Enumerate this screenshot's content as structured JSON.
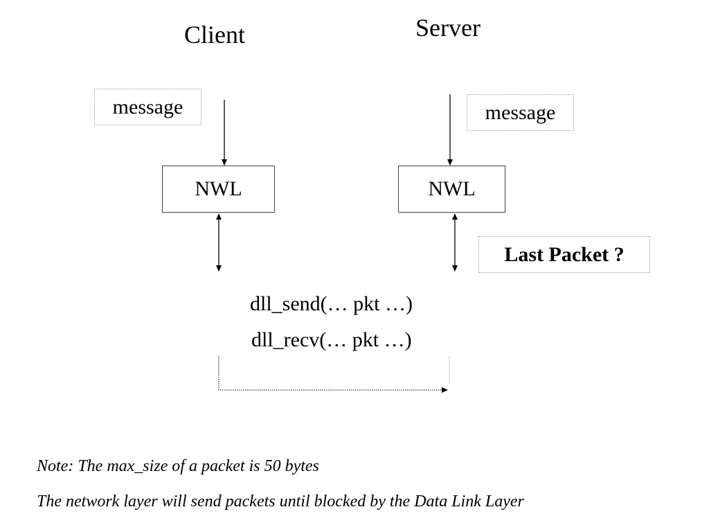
{
  "client": {
    "title": "Client",
    "message": "message",
    "layer": "NWL"
  },
  "server": {
    "title": "Server",
    "message": "message",
    "layer": "NWL",
    "callout": "Last Packet ?"
  },
  "dll_calls": {
    "send": "dll_send(… pkt …)",
    "recv": "dll_recv(… pkt …)"
  },
  "notes": {
    "line1": "Note: The max_size of a packet is 50 bytes",
    "line2": "The network layer will send packets until blocked by the Data Link Layer"
  }
}
